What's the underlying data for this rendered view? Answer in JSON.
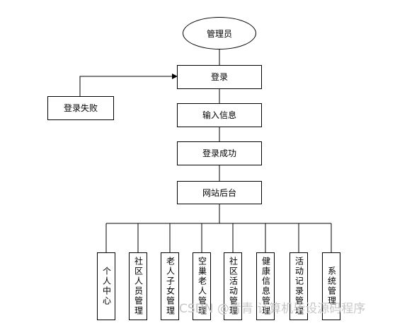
{
  "diagram": {
    "root": "管理员",
    "steps": [
      "登录",
      "输入信息",
      "登录成功",
      "网站后台"
    ],
    "failure": "登录失败",
    "modules": [
      "个人中心",
      "社区人员管理",
      "老人子女管理",
      "空巢老人管理",
      "社区活动管理",
      "健康信息管理",
      "活动记录管理",
      "系统管理"
    ]
  },
  "watermark": "CSDN @青青 计算机毕设源码程序",
  "colors": {
    "stroke": "#000000",
    "background": "#ffffff",
    "watermark": "#c7c7c7"
  }
}
